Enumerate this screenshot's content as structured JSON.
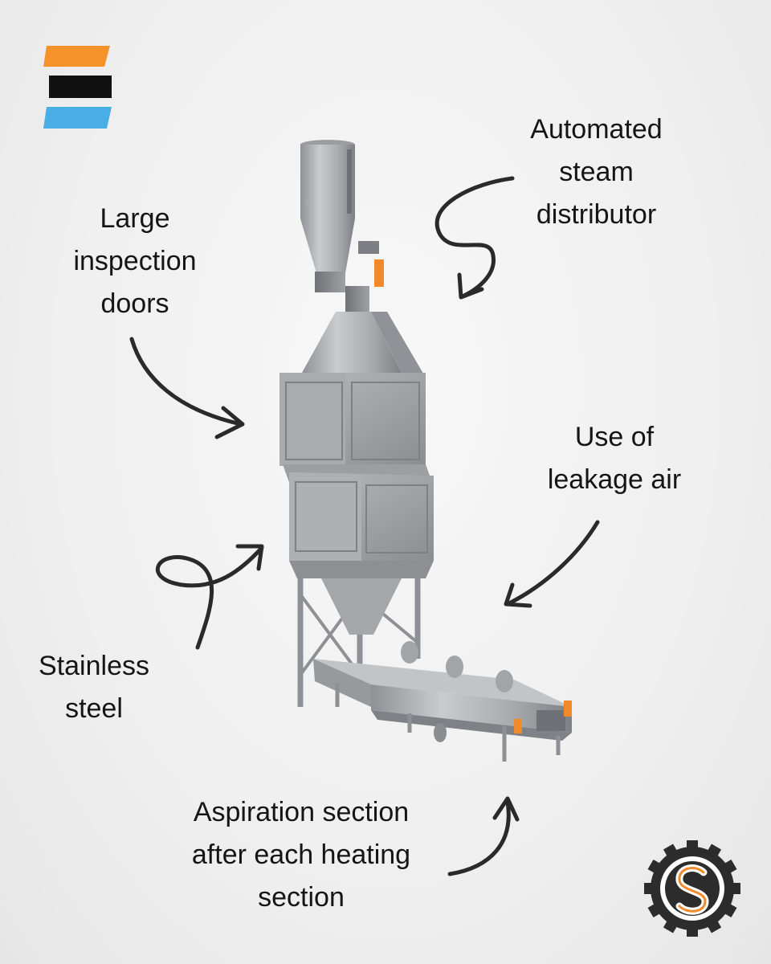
{
  "callouts": {
    "steam": "Automated\nsteam\ndistributor",
    "doors": "Large\ninspection\ndoors",
    "leakage": "Use of\nleakage air",
    "steel": "Stainless\nsteel",
    "aspiration": "Aspiration section\nafter each heating\nsection"
  },
  "brand": {
    "logo_colors": [
      "#f5922a",
      "#111111",
      "#4aaee6"
    ],
    "emblem_dark": "#2c2c2c",
    "emblem_accent": "#f08a2a"
  },
  "icons": {
    "top_left": "striped-flag-logo",
    "bottom_right": "gear-s-emblem"
  }
}
